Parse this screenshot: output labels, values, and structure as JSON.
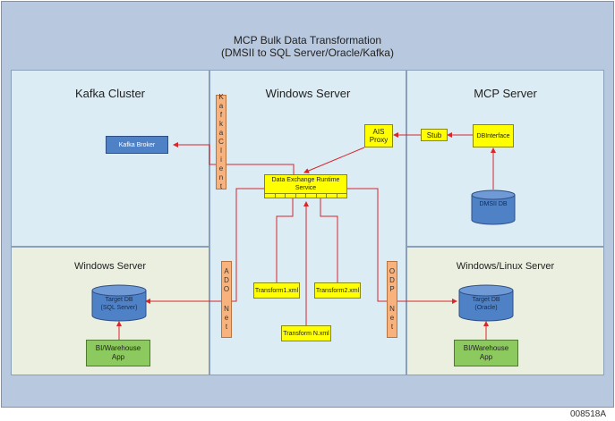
{
  "title": {
    "line1": "MCP Bulk Data Transformation",
    "line2": "(DMSII to SQL Server/Oracle/Kafka)"
  },
  "panels": {
    "kafka_cluster": "Kafka Cluster",
    "windows_server_main": "Windows Server",
    "mcp_server": "MCP Server",
    "windows_server_left": "Windows Server",
    "windows_linux_server": "Windows/Linux Server"
  },
  "components": {
    "kafka_broker": "Kafka Broker",
    "kafka_client": [
      "K",
      "a",
      "f",
      "k",
      "a",
      "",
      "C",
      "l",
      "i",
      "e",
      "n",
      "t"
    ],
    "ais_proxy_line1": "AIS",
    "ais_proxy_line2": "Proxy",
    "stub": "Stub",
    "dbinterface": "DBInterface",
    "dmsii_db": "DMSII DB",
    "dx_runtime_line1": "Data Exchange Runtime",
    "dx_runtime_line2": "Service",
    "ado_net": [
      "A",
      "D",
      "O",
      "",
      "N",
      "e",
      "t"
    ],
    "odp_net": [
      "O",
      "D",
      "P",
      "",
      "N",
      "e",
      "t"
    ],
    "transform1": "Transform1.xml",
    "transform2": "Transform2.xml",
    "transformN": "Transform N.xml",
    "target_sql_line1": "Target DB",
    "target_sql_line2": "(SQL Server)",
    "target_oracle_line1": "Target DB",
    "target_oracle_line2": "(Oracle)",
    "bi_left_line1": "BI/Warehouse",
    "bi_left_line2": "App",
    "bi_right_line1": "BI/Warehouse",
    "bi_right_line2": "App"
  },
  "figure_id": "008518A",
  "colors": {
    "outer": "#b8c8de",
    "panel_blue": "#dbecf4",
    "panel_green": "#ebefe0",
    "blue_box": "#4f81c7",
    "yellow_box": "#ffff00",
    "green_box": "#8cc95e",
    "orange_bar": "#f7b27d",
    "arrow": "#d9262b"
  }
}
